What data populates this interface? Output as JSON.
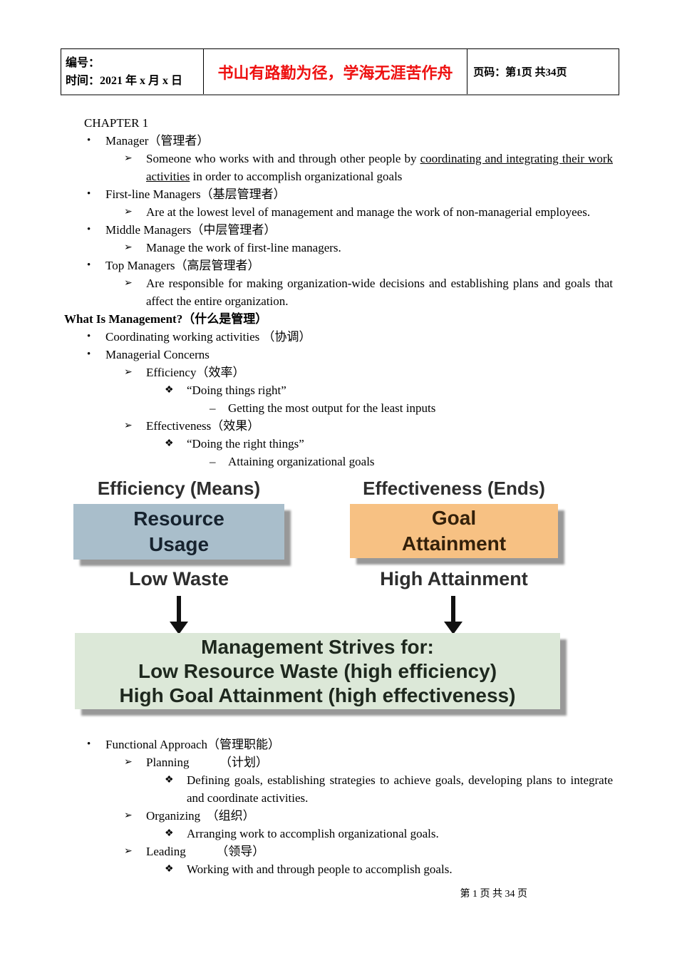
{
  "header": {
    "number_label": "编号：",
    "date_label": "时间：2021 年 x 月 x 日",
    "motto": "书山有路勤为径，学海无涯苦作舟",
    "motto_color": "#ee1111",
    "page_label": "页码：第1页 共34页"
  },
  "markers": {
    "l1": "•",
    "l2": "➢",
    "l3": "❖",
    "l4": "–"
  },
  "content": {
    "items": [
      {
        "text": "CHAPTER 1"
      },
      {
        "text": "Manager（管理者）"
      },
      {
        "pre": "Someone who works with and through other people by ",
        "underline": "coordinating and integrating their work activities",
        "post": " in order to accomplish organizational goals"
      },
      {
        "text": "First-line Managers（基层管理者）"
      },
      {
        "text": "Are at the lowest level of management and manage the work of non-managerial employees."
      },
      {
        "text": "Middle Managers（中层管理者）"
      },
      {
        "text": "Manage the work of first-line managers."
      },
      {
        "text": "Top Managers（高层管理者）"
      },
      {
        "text": "Are responsible for making organization-wide decisions and establishing plans and goals that affect the entire organization."
      },
      {
        "text": "What Is Management?（什么是管理）"
      },
      {
        "text": "Coordinating working activities （协调）"
      },
      {
        "text": "Managerial Concerns"
      },
      {
        "text": "Efficiency（效率）"
      },
      {
        "text": "“Doing things right”"
      },
      {
        "text": "Getting the most output for the least inputs"
      },
      {
        "text": "Effectiveness（效果）"
      },
      {
        "text": "“Doing the right things”"
      },
      {
        "text": "Attaining organizational goals"
      },
      {
        "text": "Functional Approach（管理职能）"
      },
      {
        "text": "Planning　　　（计划）"
      },
      {
        "text": "Defining goals, establishing strategies to achieve goals, developing plans to integrate and coordinate activities."
      },
      {
        "text": "Organizing　（组织）"
      },
      {
        "text": "Arranging work to accomplish organizational goals."
      },
      {
        "text": "Leading　　　（领导）"
      },
      {
        "text": "Working with and through people to accomplish goals."
      }
    ]
  },
  "diagram": {
    "left_heading": "Efficiency (Means)",
    "right_heading": "Effectiveness (Ends)",
    "left_box_line1": "Resource",
    "left_box_line2": "Usage",
    "right_box_line1": "Goal",
    "right_box_line2": "Attainment",
    "left_caption": "Low Waste",
    "right_caption": "High Attainment",
    "result_line1": "Management Strives for:",
    "result_line2": "Low Resource Waste (high efficiency)",
    "result_line3": "High Goal Attainment (high effectiveness)",
    "colors": {
      "left_box_bg": "#a9becb",
      "right_box_bg": "#f7c183",
      "result_box_bg": "#dce8d8",
      "shadow": "#989898"
    }
  },
  "footer": {
    "page_text": "第 1 页 共 34 页"
  }
}
